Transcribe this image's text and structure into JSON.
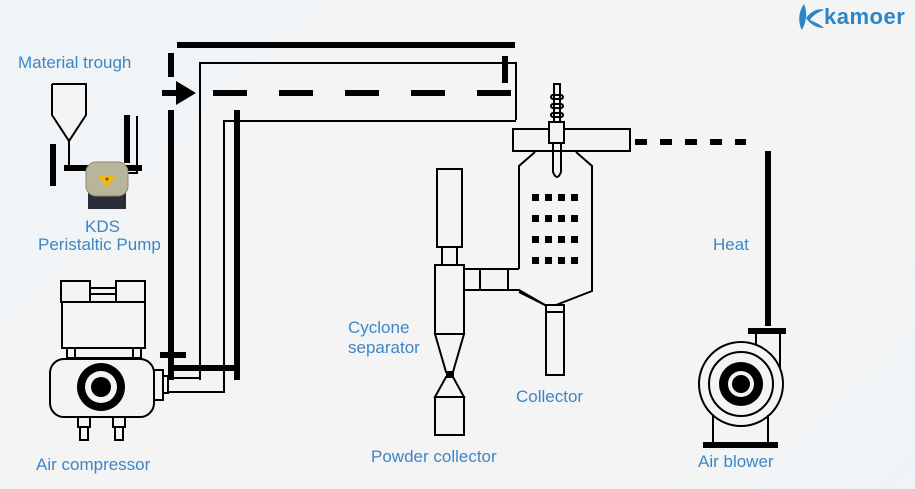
{
  "brand": {
    "name": "kamoer",
    "color": "#2b86c8"
  },
  "labels": {
    "material_trough": "Material trough",
    "pump_model": "KDS",
    "pump_name": "Peristaltic Pump",
    "air_compressor": "Air compressor",
    "cyclone_line1": "Cyclone",
    "cyclone_line2": "separator",
    "collector": "Collector",
    "powder_collector": "Powder collector",
    "heat": "Heat",
    "air_blower": "Air blower"
  },
  "colors": {
    "label": "#3d86c6",
    "line": "#000000",
    "background": "#f4f4f4",
    "pump_accent": "#f2b90f"
  },
  "icons": [
    "kamoer-logo-icon",
    "hopper-icon",
    "peristaltic-pump-icon",
    "air-compressor-icon",
    "spray-nozzle-icon",
    "drying-chamber-icon",
    "cyclone-separator-icon",
    "air-blower-icon",
    "flow-arrow-icon"
  ]
}
